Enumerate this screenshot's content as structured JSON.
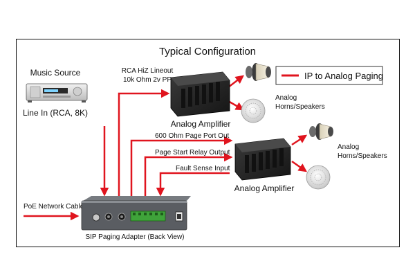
{
  "title": "Typical Configuration",
  "legend": {
    "label": "IP to Analog Paging",
    "line_color": "#e0141e"
  },
  "music_source": {
    "title": "Music Source",
    "sub": "Line In (RCA, 8K)"
  },
  "lineout": {
    "line1": "RCA HiZ Lineout",
    "line2": "10k Ohm 2v PP"
  },
  "amp_top": {
    "label": "Analog Amplifier"
  },
  "amp_bottom": {
    "label": "Analog Amplifier"
  },
  "speakers_top": {
    "line1": "Analog",
    "line2": "Horns/Speakers"
  },
  "speakers_bottom": {
    "line1": "Analog",
    "line2": "Horns/Speakers"
  },
  "signals": {
    "page_port": "600 Ohm Page Port Out",
    "relay": "Page Start Relay Output",
    "fault": "Fault Sense Input"
  },
  "poe": {
    "label": "PoE Network Cable"
  },
  "adapter": {
    "label": "SIP Paging Adapter (Back View)"
  },
  "colors": {
    "arrow": "#e0141e",
    "device_dark": "#2b2b2b",
    "adapter_body": "#5a5d62",
    "terminal": "#3fa33a"
  }
}
